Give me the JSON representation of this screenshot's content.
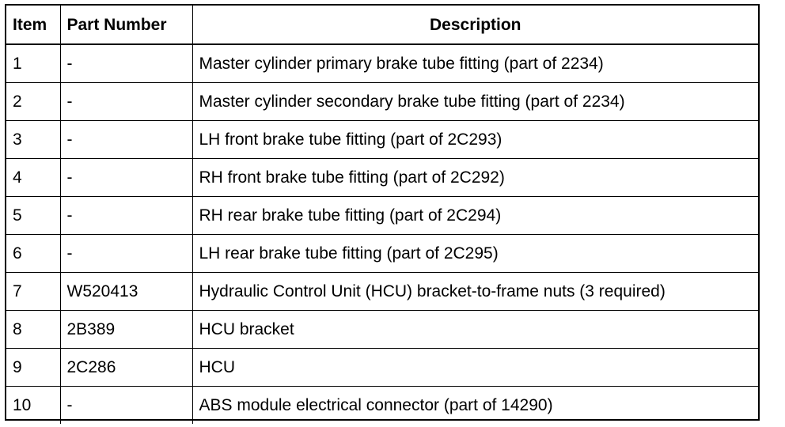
{
  "parts_table": {
    "headers": {
      "item": "Item",
      "part_number": "Part Number",
      "description": "Description"
    },
    "rows": [
      {
        "item": "1",
        "part_number": "-",
        "description": "Master cylinder primary brake tube fitting (part of 2234)"
      },
      {
        "item": "2",
        "part_number": "-",
        "description": "Master cylinder secondary brake tube fitting (part of 2234)"
      },
      {
        "item": "3",
        "part_number": "-",
        "description": "LH front brake tube fitting (part of 2C293)"
      },
      {
        "item": "4",
        "part_number": "-",
        "description": "RH front brake tube fitting (part of 2C292)"
      },
      {
        "item": "5",
        "part_number": "-",
        "description": "RH rear brake tube fitting (part of 2C294)"
      },
      {
        "item": "6",
        "part_number": "-",
        "description": "LH rear brake tube fitting (part of 2C295)"
      },
      {
        "item": "7",
        "part_number": "W520413",
        "description": "Hydraulic Control Unit (HCU) bracket-to-frame nuts (3 required)"
      },
      {
        "item": "8",
        "part_number": "2B389",
        "description": "HCU bracket"
      },
      {
        "item": "9",
        "part_number": "2C286",
        "description": "HCU"
      },
      {
        "item": "10",
        "part_number": "-",
        "description": "ABS module electrical connector (part of 14290)"
      }
    ]
  }
}
